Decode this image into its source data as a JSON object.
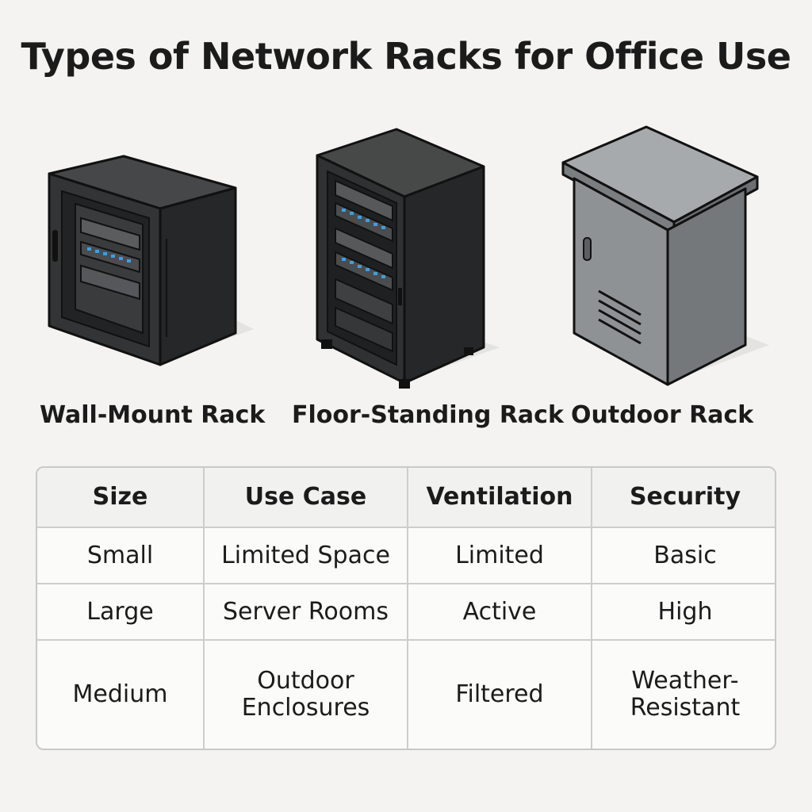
{
  "title": "Types of Network Racks for Office Use",
  "racks": [
    {
      "label": "Wall-Mount Rack",
      "icon": "wall-mount-rack-icon"
    },
    {
      "label": "Floor-Standing Rack",
      "icon": "floor-standing-rack-icon"
    },
    {
      "label": "Outdoor Rack",
      "icon": "outdoor-rack-icon"
    }
  ],
  "table": {
    "headers": [
      "Size",
      "Use Case",
      "Ventilation",
      "Security"
    ],
    "rows": [
      [
        "Small",
        "Limited Space",
        "Limited",
        "Basic"
      ],
      [
        "Large",
        "Server Rooms",
        "Active",
        "High"
      ],
      [
        "Medium",
        "Outdoor Enclosures",
        "Filtered",
        "Weather-Resistant"
      ]
    ]
  },
  "colors": {
    "background": "#f4f3f1",
    "rack_dark": "#2f3031",
    "rack_outdoor": "#8f9294",
    "led": "#3aa0e6",
    "table_border": "#cdcdcd"
  }
}
